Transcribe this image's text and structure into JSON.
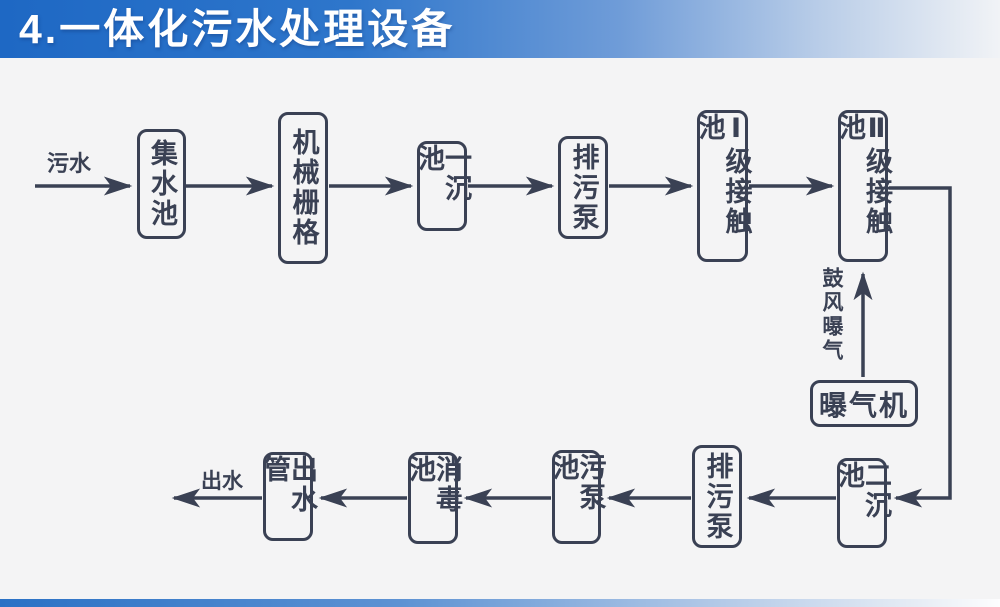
{
  "slide": {
    "title": "4.一体化污水处理设备"
  },
  "diagram": {
    "nodes": [
      {
        "id": "collection-tank",
        "label": "集水池"
      },
      {
        "id": "mechanical-grid",
        "label": "机械栅格"
      },
      {
        "id": "primary-sedimentation-tank",
        "label": "一沉池"
      },
      {
        "id": "sewage-pump-top",
        "label": "排污泵"
      },
      {
        "id": "level1-contact-tank",
        "label": "Ⅰ级接触池"
      },
      {
        "id": "level2-contact-tank",
        "label": "Ⅱ级接触池"
      },
      {
        "id": "aerator",
        "label": "曝气机"
      },
      {
        "id": "secondary-sedimentation-tank",
        "label": "二沉池"
      },
      {
        "id": "sewage-pump-bottom",
        "label": "排污泵"
      },
      {
        "id": "sewage-pump-tank",
        "label": "污泵池"
      },
      {
        "id": "disinfection-tank",
        "label": "消毒池"
      },
      {
        "id": "outlet-pipe",
        "label": "出水管"
      }
    ],
    "labels": {
      "inflow": "污水",
      "outflow": "出水",
      "aeration": "鼓风曝气"
    },
    "flow_sequence": [
      "污水",
      "集水池",
      "机械栅格",
      "一沉池",
      "排污泵",
      "Ⅰ级接触池",
      "Ⅱ级接触池",
      "二沉池",
      "排污泵",
      "污泵池",
      "消毒池",
      "出水管",
      "出水"
    ],
    "aeration_branch": {
      "from": "曝气机",
      "via_label": "鼓风曝气",
      "to": "Ⅱ级接触池"
    }
  },
  "colors": {
    "ink": "#3a4154",
    "header_blue": "#1e68c4",
    "background": "#f4f4f5"
  }
}
